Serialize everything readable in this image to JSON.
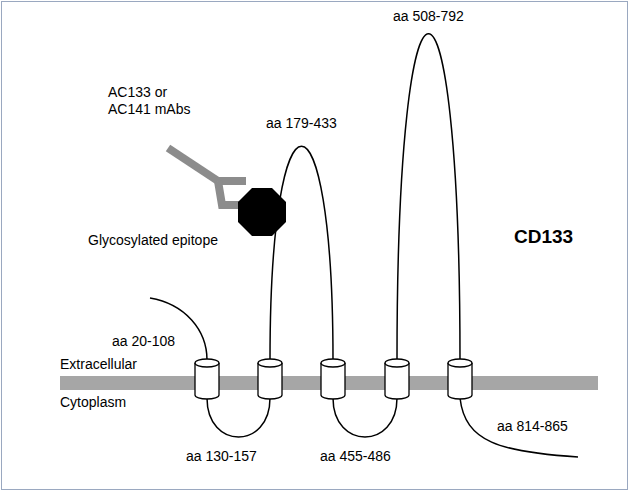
{
  "diagram": {
    "labels": [
      "aa 508-792",
      "AC133 or AC141 mAbs",
      "aa 179-433",
      "Glycosylated epitope",
      "CD133",
      "aa 20-108",
      "Extracellular",
      "Cytoplasm",
      "aa 814-865",
      "aa 130-157",
      "aa 455-486"
    ]
  }
}
